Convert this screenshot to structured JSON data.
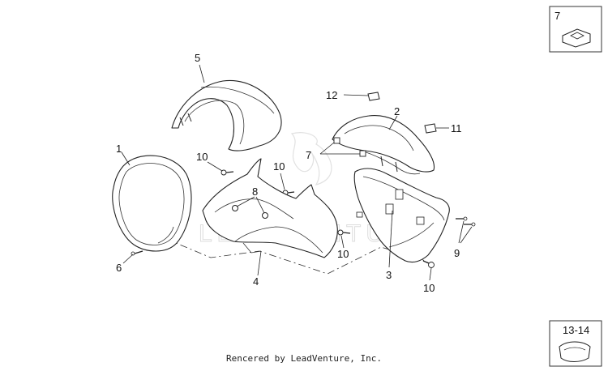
{
  "callouts": {
    "c1": "1",
    "c2": "2",
    "c3": "3",
    "c4": "4",
    "c5": "5",
    "c6": "6",
    "c7": "7",
    "c8": "8",
    "c9": "9",
    "c10a": "10",
    "c10b": "10",
    "c10c": "10",
    "c10d": "10",
    "c11": "11",
    "c12": "12"
  },
  "insets": {
    "top_right_label": "7",
    "bottom_right_label": "13-14"
  },
  "watermark": "LEADVENTURE",
  "footer": "Rencered by LeadVenture, Inc."
}
